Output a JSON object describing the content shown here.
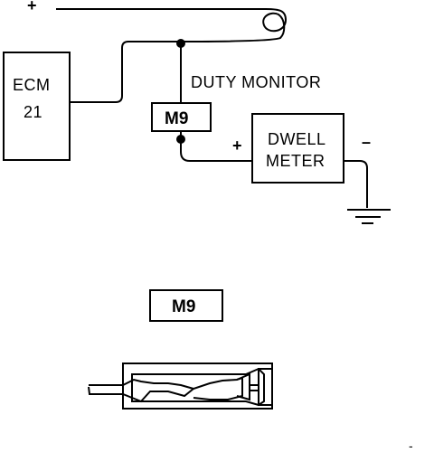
{
  "diagram": {
    "ecm_label_line1": "ECM",
    "ecm_label_line2": "21",
    "connector_label": "M9",
    "duty_monitor_label": "DUTY MONITOR",
    "meter_label_line1": "DWELL",
    "meter_label_line2": "METER",
    "supply_plus": "+",
    "meter_plus": "+",
    "meter_minus": "–",
    "connector_face_label": "M9",
    "corner_mark": "-"
  },
  "colors": {
    "line": "#000000",
    "background": "#ffffff"
  },
  "icons": {
    "ground": "ground-symbol-icon",
    "connector": "connector-plug-icon",
    "wire_loop": "wire-loop-icon"
  }
}
